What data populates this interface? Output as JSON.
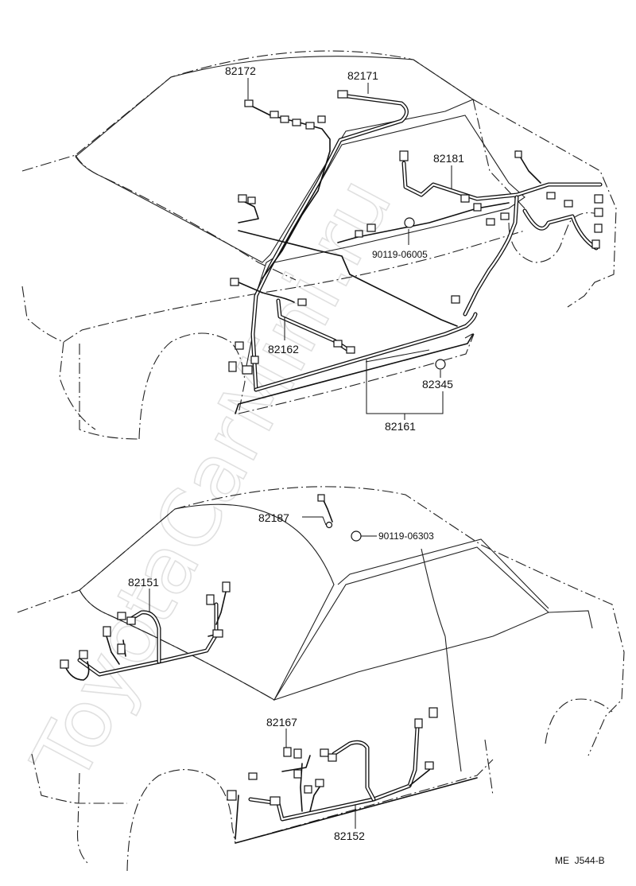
{
  "watermark": "ToyotaCarMini.ru",
  "diagram_id": "ME  J544-B",
  "upper_view": {
    "labels": [
      "82172",
      "82171",
      "82181",
      "90119-06005",
      "82162",
      "82345",
      "82161"
    ]
  },
  "lower_view": {
    "labels": [
      "82187",
      "90119-06303",
      "82151",
      "82167",
      "82152"
    ]
  }
}
